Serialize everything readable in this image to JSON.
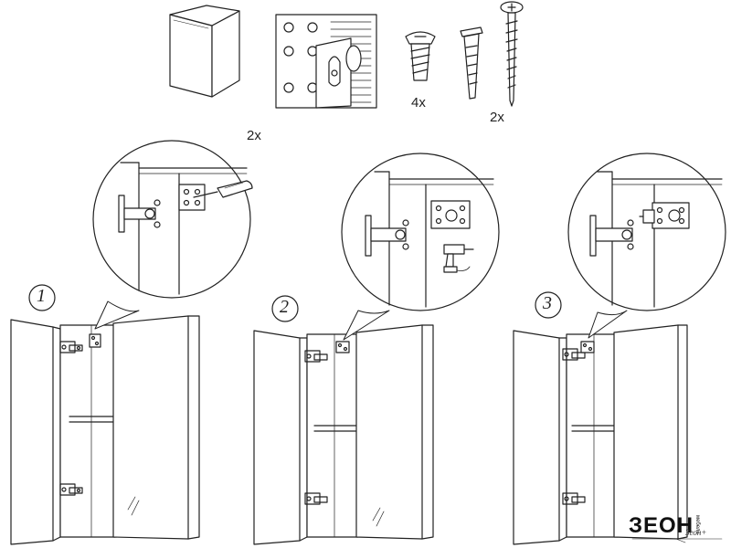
{
  "parts": {
    "panel_qty": "2x",
    "screw_qty": "4x",
    "anchor_qty": "2x"
  },
  "steps": [
    "1",
    "2",
    "3"
  ],
  "brand": {
    "logo_text": "ЗЕОН",
    "logo_sub": "мебель",
    "logo_script": "Зеон+"
  }
}
